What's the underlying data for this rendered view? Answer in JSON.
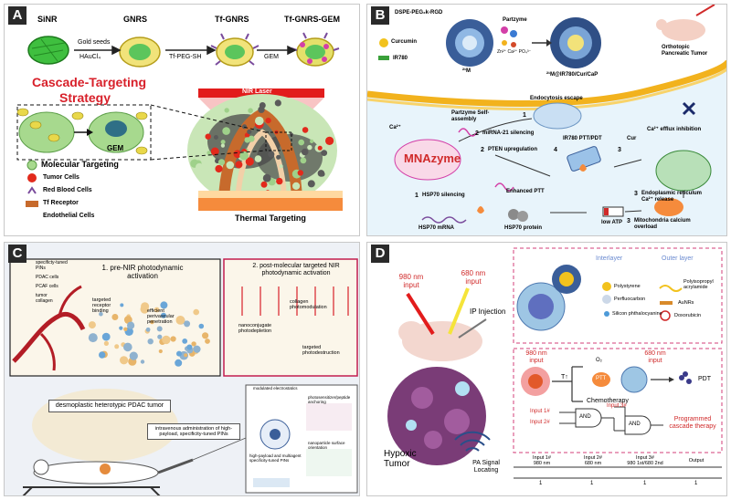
{
  "panels": {
    "a": {
      "label": "A",
      "steps": [
        "SiNR",
        "GNRS",
        "Tf-GNRS",
        "Tf-GNRS-GEM"
      ],
      "arrows": {
        "a1_top": "Gold seeds",
        "a1_bottom": "HAuCl₄",
        "a2": "Tf-PEG-SH",
        "a3": "GEM"
      },
      "strategy_line1": "Cascade-Targeting",
      "strategy_line2": "Strategy",
      "nir_laser": "NIR Laser",
      "gem": "GEM",
      "molecular_targeting": "Molecular Targeting",
      "thermal_targeting": "Thermal Targeting",
      "legend": [
        "Tumor Cells",
        "Red Blood Cells",
        "Tf Receptor",
        "Endothelial Cells"
      ]
    },
    "b": {
      "label": "B",
      "dspe": "DSPE-PEG₂k-RGD",
      "curcumin": "Curcumin",
      "ir780": "IR780",
      "partzyme": "Partzyme",
      "ions": "Zn²⁺  Ca²⁺  PO₄³⁻",
      "np1": "²¹M",
      "np2": "²¹M@IR780/Cur/CaP",
      "orthotopic": "Orthotopic Pancreatic Tumor",
      "endocytosis": "Endocytosis escape",
      "partzyme_assembly": "Partzyme Self-assembly",
      "ca": "Ca²⁺",
      "mirna_silencing": "miRNA-21 silencing",
      "pten": "PTEN upregulation",
      "mnazyme": "MNAzyme",
      "ir780_ptt": "IR780 PTT/PDT",
      "cur": "Cur",
      "ca_efflux": "Ca²⁺ efflux inhibition",
      "hsp70_silencing": "HSP70 silencing",
      "enhanced_ptt": "Enhanced PTT",
      "er_release": "Endoplasmic reticulum Ca²⁺ release",
      "mito": "Mitochondria calcium overload",
      "hsp70_mrna": "HSP70 mRNA",
      "hsp70_protein": "HSP70 protein",
      "low_atp": "low ATP",
      "nums": [
        "1",
        "2",
        "3",
        "4",
        "1",
        "2",
        "3",
        "3"
      ]
    },
    "c": {
      "label": "C",
      "legend": [
        "specificty-tuned PINs",
        "PDAC cells",
        "PCAF cells",
        "tumor collagen"
      ],
      "step1": "1. pre-NIR photodynamic activation",
      "step2": "2. post-molecular targeted NIR photodynamic activation",
      "targeted_binding": "targeted receptor binding",
      "efficient_penetration": "efficient perivascular penetration",
      "collagen": "collagen photomodulation",
      "nanoconjugate": "nanoconjugate photodepletion",
      "photodestruction": "targeted photodestruction",
      "tumor": "desmoplastic heterotypic PDAC tumor",
      "admin": "intravenous administration of high-payload, specificity-tuned PINs",
      "inset_top": "modulated electrostatics",
      "inset_right_top": "photosensitizer/peptide anchoring",
      "inset_bottom_left": "high-payload and multiagent specificity-tuned PINs",
      "inset_bottom_right": "nanoparticle surface orientation"
    },
    "d": {
      "label": "D",
      "input980": "980 nm input",
      "input680": "680 nm input",
      "ip": "IP Injection",
      "hypoxic": "Hypoxic Tumor",
      "pa": "PA Signal Locating",
      "interlayer": "Interlayer",
      "outer": "Outer layer",
      "layers": [
        "Polystyrene",
        "Perfluocarbon",
        "Silicon phthalocyanine",
        "Polyisopropyl acrylamide",
        "AuNRs",
        "Doxorubicin"
      ],
      "mech_980": "980 nm input",
      "mech_680": "680 nm input",
      "t": "T↑",
      "ptt": "PTT",
      "o2": "O₂",
      "pdt": "PDT",
      "chemo": "Chemotherapy",
      "inputs": [
        "Input 1#",
        "Input 2#",
        "Input 3#"
      ],
      "and": "AND",
      "programmed": "Programmed cascade therapy",
      "table": {
        "headers": [
          "Input 1#\n980 nm",
          "Input 2#\n680 nm",
          "Input 3#\n980 1st/680 2nd",
          "Output"
        ],
        "row": [
          "1",
          "1",
          "1",
          "1"
        ]
      }
    }
  }
}
